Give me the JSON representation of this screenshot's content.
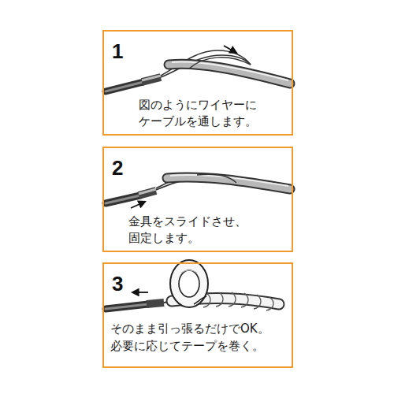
{
  "diagram": {
    "nodes": [
      {
        "text": [
          "1",
          "図のようにワイヤーに ケーブルを通します。"
        ]
      },
      {
        "text": [
          "2",
          "金具をスライドさせ、 固定します。"
        ]
      },
      {
        "text": [
          "3",
          "そのまま引っ張るだけでOK。 必要に応じてテープを巻く。"
        ]
      }
    ]
  }
}
